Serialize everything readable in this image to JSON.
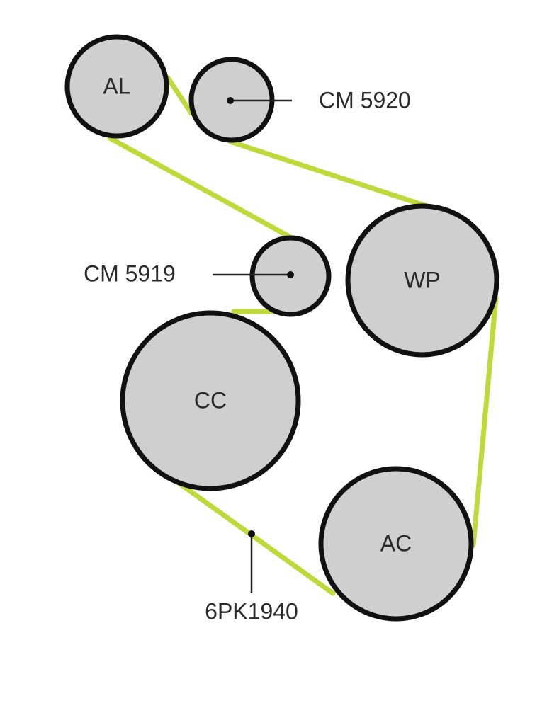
{
  "pulleys": {
    "al": "AL",
    "wp": "WP",
    "cc": "CC",
    "ac": "AC"
  },
  "callouts": {
    "tensioner_top": "CM 5920",
    "idler_middle": "CM 5919",
    "belt_part": "6PK1940"
  },
  "colors": {
    "belt": "#bfd83a",
    "pulley_fill": "#cfcfcf",
    "pulley_stroke": "#111111"
  }
}
